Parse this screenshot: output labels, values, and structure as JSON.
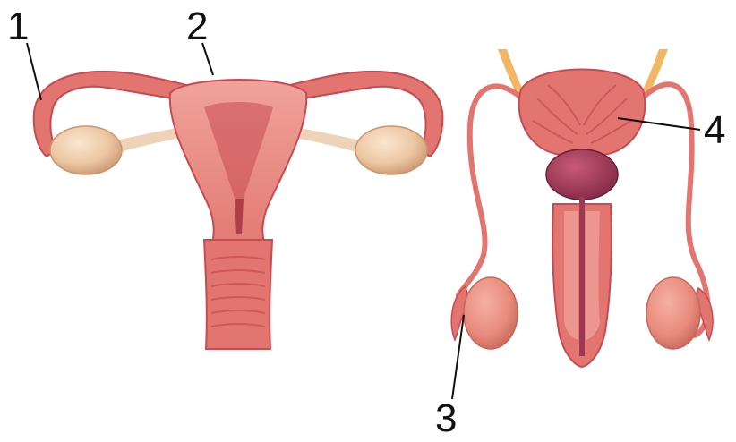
{
  "diagram": {
    "labels": [
      {
        "id": "1",
        "text": "1"
      },
      {
        "id": "2",
        "text": "2"
      },
      {
        "id": "3",
        "text": "3"
      },
      {
        "id": "4",
        "text": "4"
      }
    ]
  },
  "colors": {
    "tissue": "#e2756f",
    "tissue_dark": "#c84a52",
    "tissue_light": "#f1a49c",
    "ovary": "#ecc7a3",
    "bladder": "#9c3a55",
    "duct_yellow": "#f2b766",
    "line": "#111111"
  }
}
